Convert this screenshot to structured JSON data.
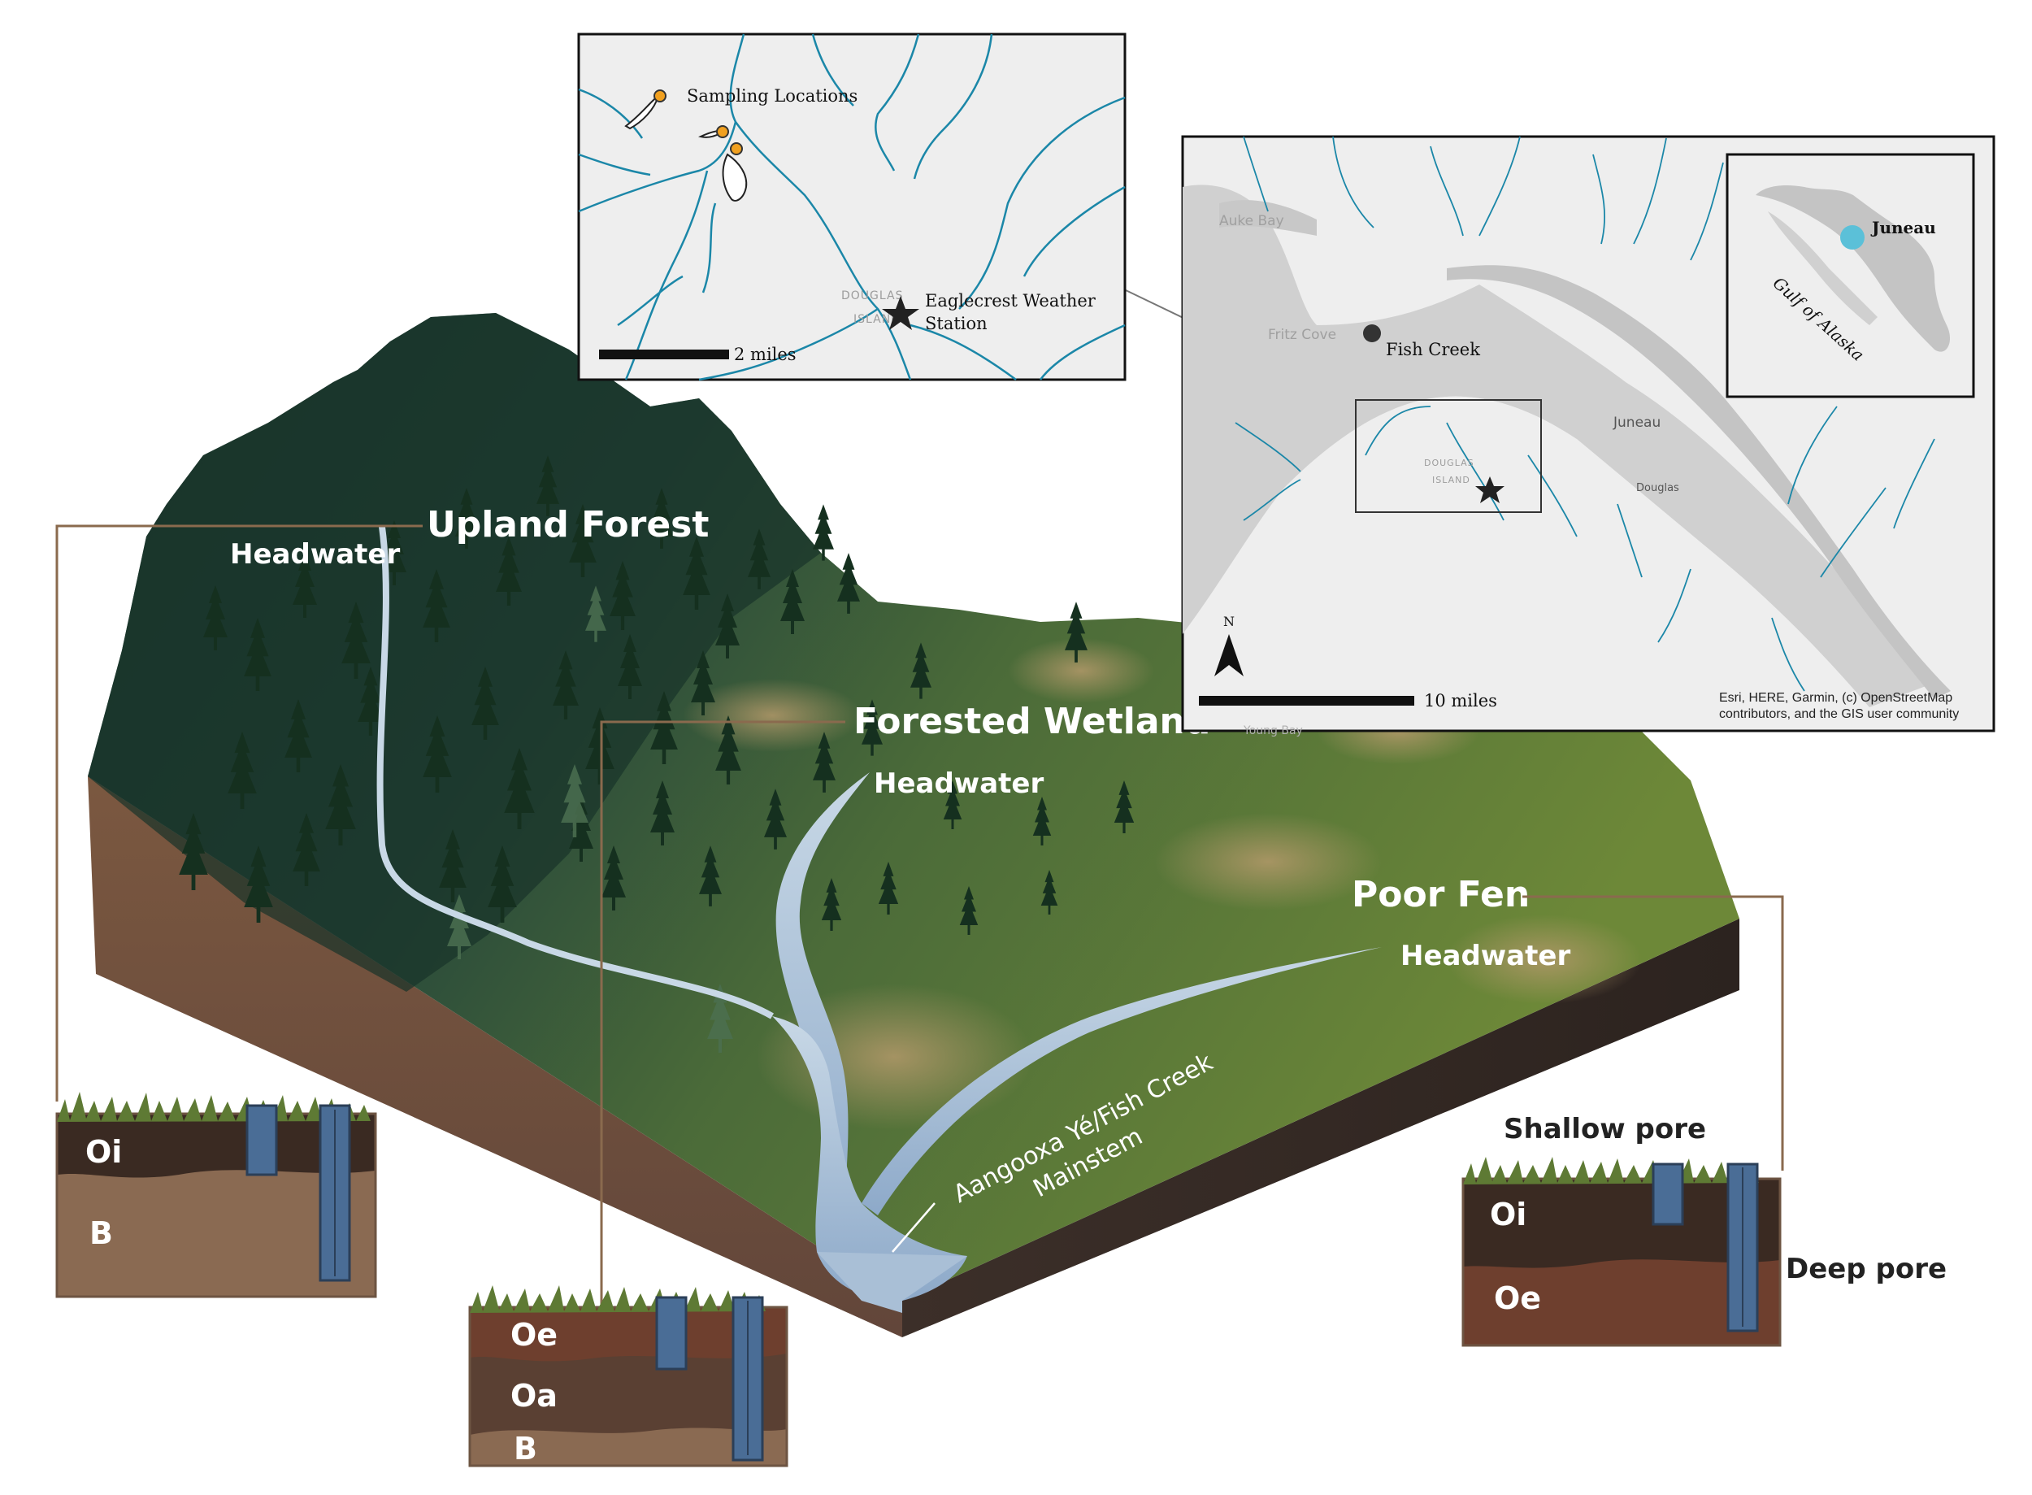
{
  "zones": {
    "upland_forest": "Upland Forest",
    "forested_wetland": "Forested Wetland",
    "poor_fen": "Poor Fen"
  },
  "headwater": "Headwater",
  "mainstem": {
    "line1": "Aangooxa Yé/Fish Creek",
    "line2": "Mainstem"
  },
  "soil_profiles": {
    "upland": [
      "Oi",
      "B"
    ],
    "wetland": [
      "Oe",
      "Oa",
      "B"
    ],
    "fen": [
      "Oi",
      "Oe"
    ],
    "shallow_pore": "Shallow pore",
    "deep_pore": "Deep pore"
  },
  "inset_detail": {
    "sampling_locations": "Sampling Locations",
    "station_line1": "Eaglecrest Weather",
    "station_line2": "Station",
    "place_line1": "DOUGLAS",
    "place_line2": "ISLAND",
    "scale": "2 miles"
  },
  "inset_region": {
    "fish_creek": "Fish Creek",
    "auke_bay": "Auke Bay",
    "fritz_cove": "Fritz Cove",
    "juneau": "Juneau",
    "douglas": "Douglas",
    "douglas_island_1": "DOUGLAS",
    "douglas_island_2": "ISLAND",
    "young_bay": "Young Bay",
    "north": "N",
    "scale": "10 miles",
    "attribution_line1": "Esri, HERE, Garmin, (c) OpenStreetMap",
    "attribution_line2": "contributors, and the GIS user community"
  },
  "inset_state": {
    "juneau": "Juneau",
    "gulf": "Gulf of Alaska"
  },
  "colors": {
    "forest_dark": "#1d3a30",
    "grass": "#5a7634",
    "soil_side": "#6b4c38",
    "stream": "#9bb3cf",
    "leader_line": "#8a6a4e",
    "well": "#4a6d96",
    "map_water": "#1b87a8",
    "map_land": "#eeeeee",
    "juneau_dot": "#5bc0d8",
    "sample_dot": "#f0a020"
  }
}
